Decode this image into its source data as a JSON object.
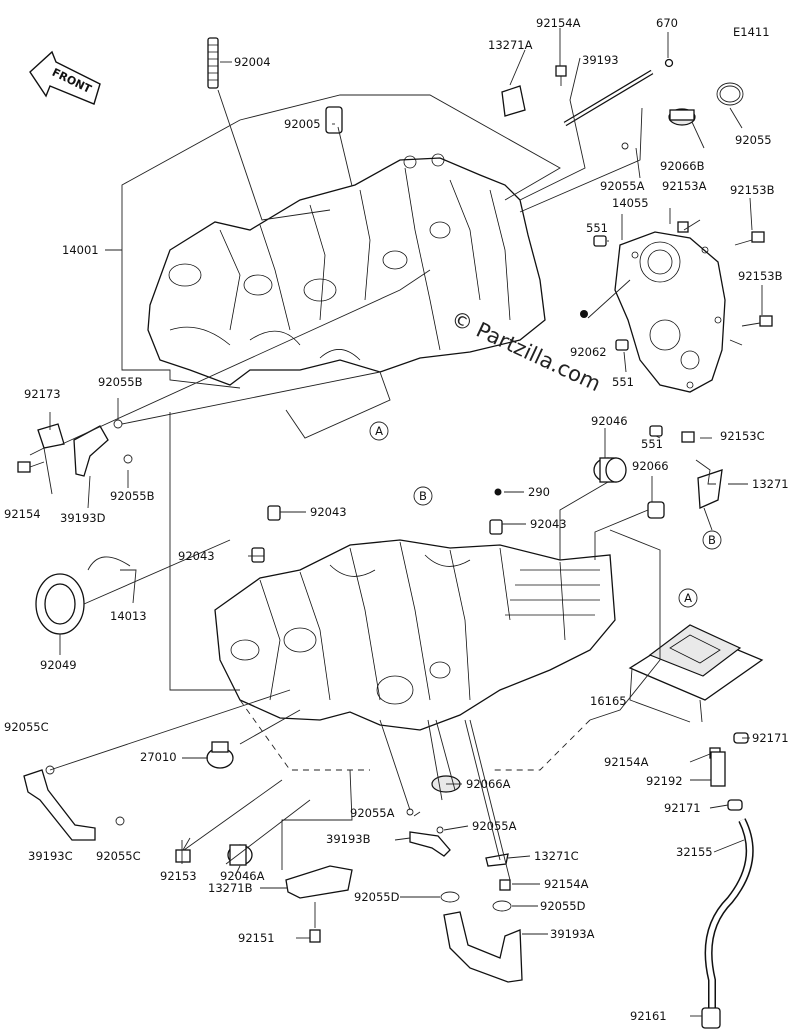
{
  "diagram": {
    "code": "E1411",
    "front_label": "FRONT",
    "watermark": "© Partzilla.com",
    "markers": {
      "a": "A",
      "b": "B"
    },
    "parts": {
      "p92004": "92004",
      "p92005": "92005",
      "p14001": "14001",
      "p13271A": "13271A",
      "p92154A_top": "92154A",
      "p39193": "39193",
      "p670": "670",
      "p92066B": "92066B",
      "p92055": "92055",
      "p92055A_top": "92055A",
      "p92153A": "92153A",
      "p92153B_1": "92153B",
      "p14055": "14055",
      "p551_1": "551",
      "p92153B_2": "92153B",
      "p92062": "92062",
      "p551_2": "551",
      "p551_3": "551",
      "p92153C": "92153C",
      "p13271": "13271",
      "p92173": "92173",
      "p92055B_1": "92055B",
      "p92154": "92154",
      "p39193D": "39193D",
      "p92055B_2": "92055B",
      "p92046": "92046",
      "p92066": "92066",
      "p290": "290",
      "p92043_1": "92043",
      "p92043_2": "92043",
      "p92043_3": "92043",
      "p14013": "14013",
      "p92049": "92049",
      "p16165": "16165",
      "p92171_1": "92171",
      "p92154A_mid": "92154A",
      "p92192": "92192",
      "p92171_2": "92171",
      "p32155": "32155",
      "p92055C_1": "92055C",
      "p27010": "27010",
      "p92066A": "92066A",
      "p39193C": "39193C",
      "p92055C_2": "92055C",
      "p92153": "92153",
      "p92046A": "92046A",
      "p92055A_1": "92055A",
      "p39193B": "39193B",
      "p92055A_2": "92055A",
      "p13271C": "13271C",
      "p92154A_low": "92154A",
      "p13271B": "13271B",
      "p92055D_1": "92055D",
      "p92055D_2": "92055D",
      "p39193A": "39193A",
      "p92151": "92151",
      "p92161": "92161"
    }
  }
}
